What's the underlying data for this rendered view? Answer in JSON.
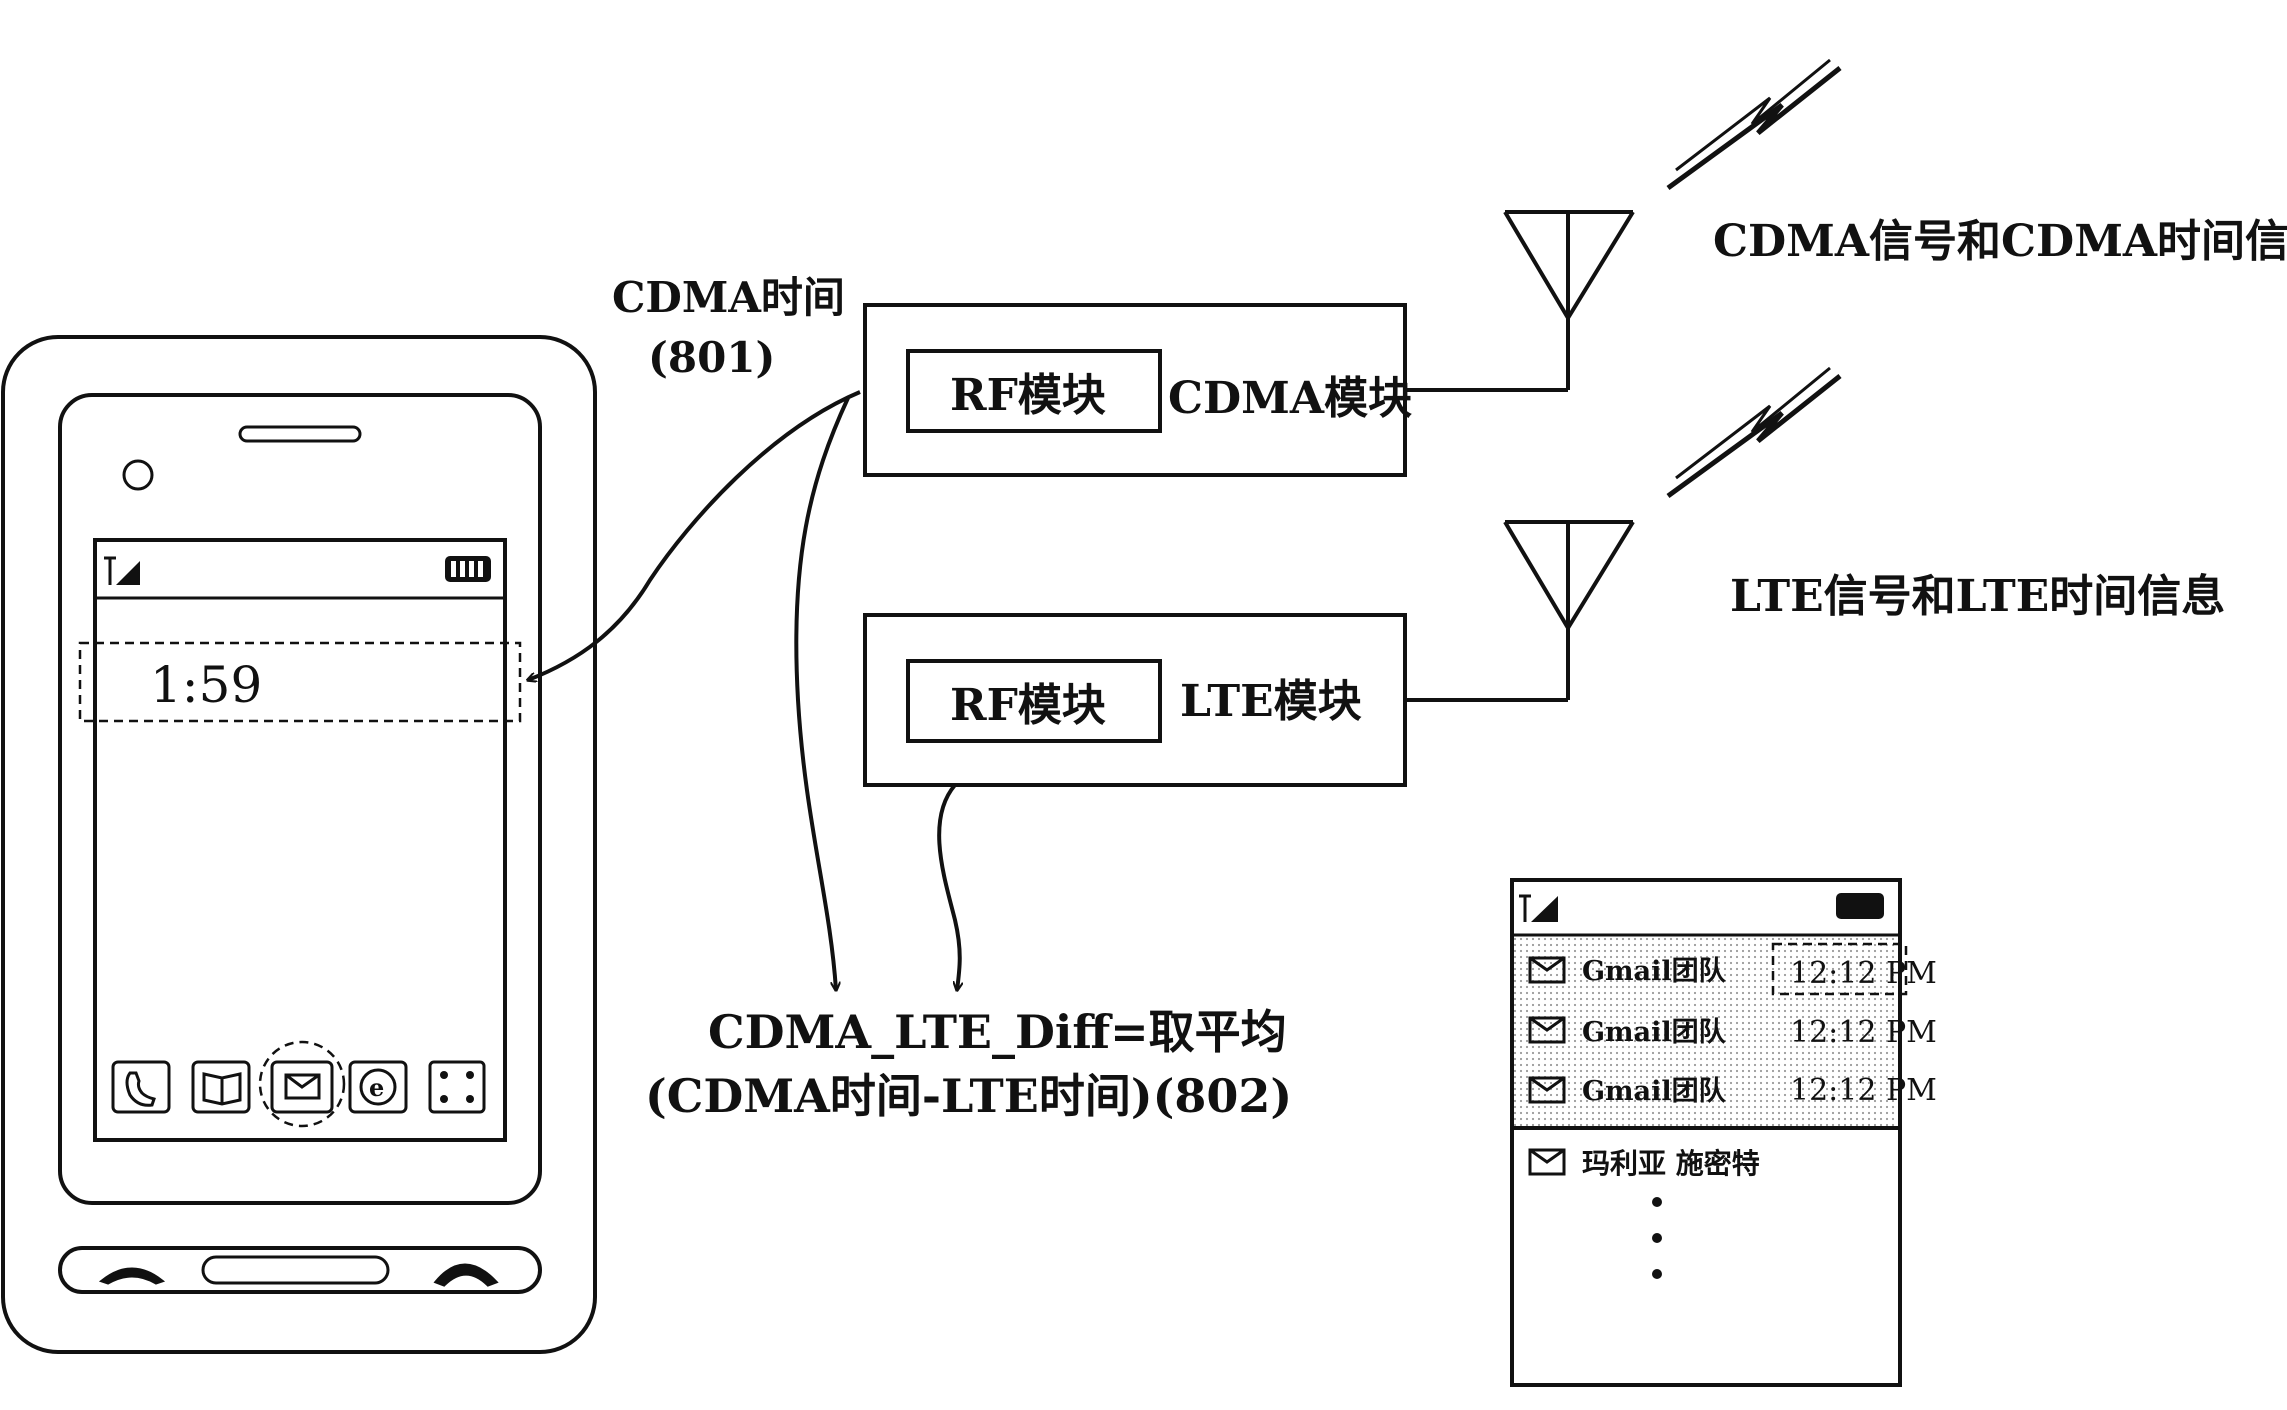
{
  "labels": {
    "cdma_signal": "CDMA信号和CDMA时间信息",
    "lte_signal": "LTE信号和LTE时间信息",
    "cdma_time_line1": "CDMA时间",
    "cdma_time_line2": "(801)",
    "formula_line1": "CDMA_LTE_Diff=取平均",
    "formula_line2": "(CDMA时间-LTE时间)(802)"
  },
  "cdma_box": {
    "rf_label": "RF模块",
    "module_label": "CDMA模块"
  },
  "lte_box": {
    "rf_label": "RF模块",
    "module_label": "LTE模块"
  },
  "phone": {
    "clock": "1:59"
  },
  "inbox": {
    "rows": [
      {
        "sender": "Gmail团队",
        "time": "12:12 PM"
      },
      {
        "sender": "Gmail团队",
        "time": "12:12 PM"
      },
      {
        "sender": "Gmail团队",
        "time": "12:12 PM"
      }
    ],
    "plain_sender": "玛利亚 施密特"
  },
  "colors": {
    "ink": "#111111",
    "dot_fill": "#cfcfcf"
  }
}
